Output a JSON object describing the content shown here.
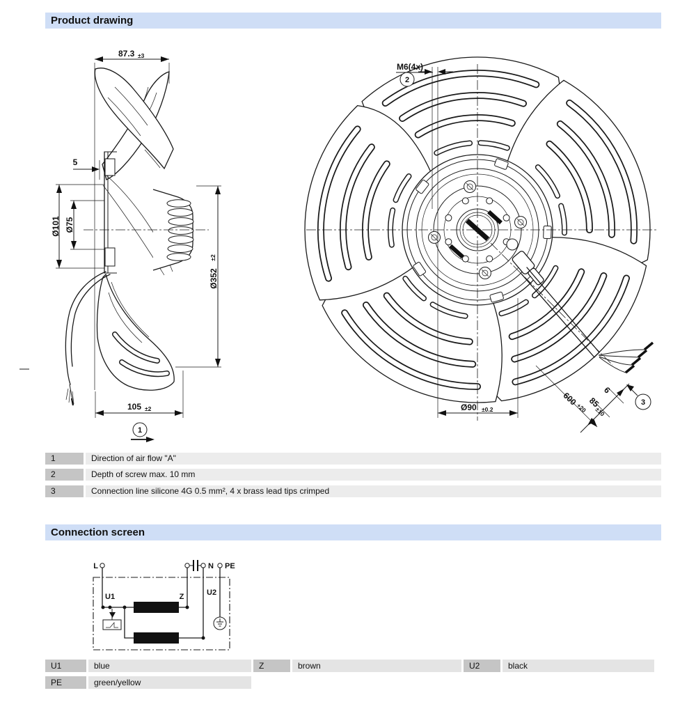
{
  "colors": {
    "header_bg": "#cfdef6",
    "label_cell_bg": "#c5c5c5",
    "value_cell_bg": "#e4e4e4",
    "legend_text_bg": "#ececec",
    "line": "#1a1a1a"
  },
  "sections": {
    "product_drawing": {
      "title": "Product drawing"
    },
    "connection_screen": {
      "title": "Connection screen"
    }
  },
  "side_view": {
    "dim_width": {
      "value": "87.3",
      "tol": "±3"
    },
    "dim_flange": "5",
    "dim_d101": "Ø101",
    "dim_d75": "Ø75",
    "dim_d352": {
      "value": "Ø352",
      "tol": "±2"
    },
    "dim_depth": {
      "value": "105",
      "tol": "±2"
    },
    "callout": "1"
  },
  "front_view": {
    "dim_screw": "M6(4x)",
    "callout_screw": "2",
    "dim_bolt_circle": {
      "value": "Ø90",
      "tol": "±0.2"
    },
    "dim_cable": {
      "value": "600",
      "tol": "+20"
    },
    "dim_strip": {
      "value": "85",
      "tol": "±10"
    },
    "dim_tip": "6",
    "callout_cable": "3"
  },
  "legend": [
    {
      "id": "1",
      "text": "Direction of air flow \"A\""
    },
    {
      "id": "2",
      "text": "Depth of screw max. 10 mm"
    },
    {
      "id": "3",
      "text": "Connection line silicone 4G 0.5 mm², 4 x brass lead tips crimped"
    }
  ],
  "connection_diagram": {
    "terminal_l": "L",
    "terminal_n": "N",
    "terminal_pe": "PE",
    "label_u1": "U1",
    "label_z": "Z",
    "label_u2": "U2"
  },
  "wire_table": {
    "rows": [
      [
        {
          "label": "U1",
          "value": "blue"
        },
        {
          "label": "Z",
          "value": "brown"
        },
        {
          "label": "U2",
          "value": "black"
        }
      ],
      [
        {
          "label": "PE",
          "value": "green/yellow"
        }
      ]
    ]
  }
}
